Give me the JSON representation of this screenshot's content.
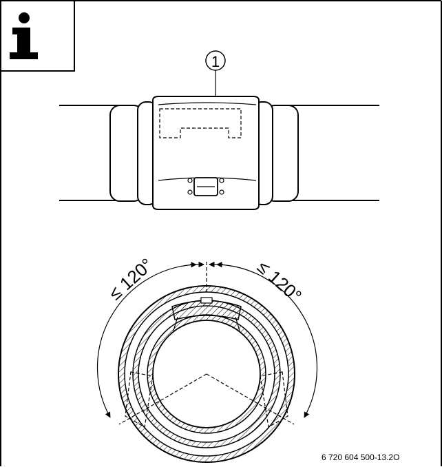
{
  "info_icon": {
    "glyph": "i"
  },
  "callout": {
    "label": "1"
  },
  "angles": {
    "left": "≤ 120°",
    "right": "≤ 120°"
  },
  "footer": {
    "code": "6 720 604 500-13.2O"
  }
}
